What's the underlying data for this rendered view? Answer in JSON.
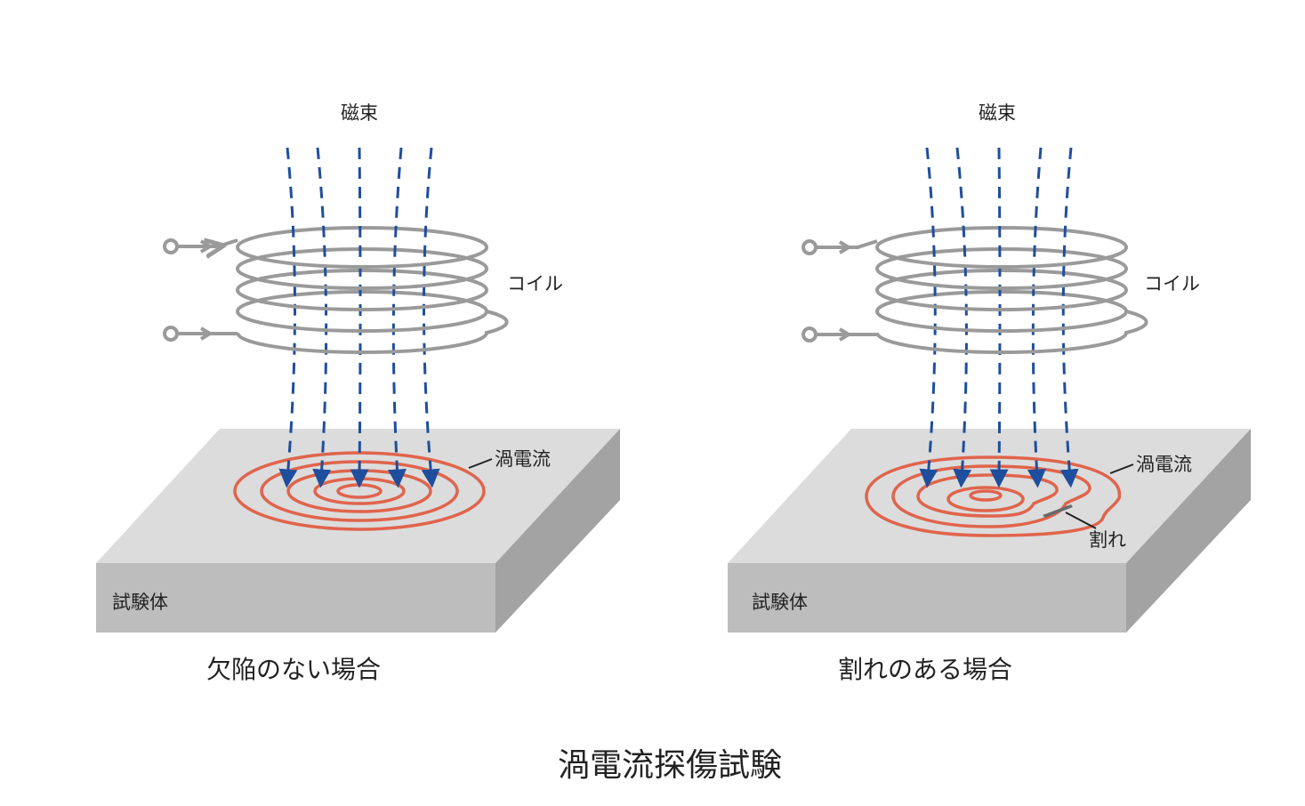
{
  "colors": {
    "coil": "#9a9a9a",
    "flux": "#1f4e9c",
    "eddy_current": "#e0644c",
    "block_top": "#dcdcdc",
    "block_front": "#bdbdbd",
    "block_side": "#a3a3a3",
    "crack": "#6a6a6a",
    "text": "#222222"
  },
  "panels": [
    {
      "flux_label": "磁束",
      "coil_label": "コイル",
      "eddy_label": "渦電流",
      "specimen_label": "試験体",
      "caption": "欠陥のない場合"
    },
    {
      "flux_label": "磁束",
      "coil_label": "コイル",
      "eddy_label": "渦電流",
      "crack_label": "割れ",
      "specimen_label": "試験体",
      "caption": "割れのある場合"
    }
  ],
  "title": "渦電流探傷試験"
}
